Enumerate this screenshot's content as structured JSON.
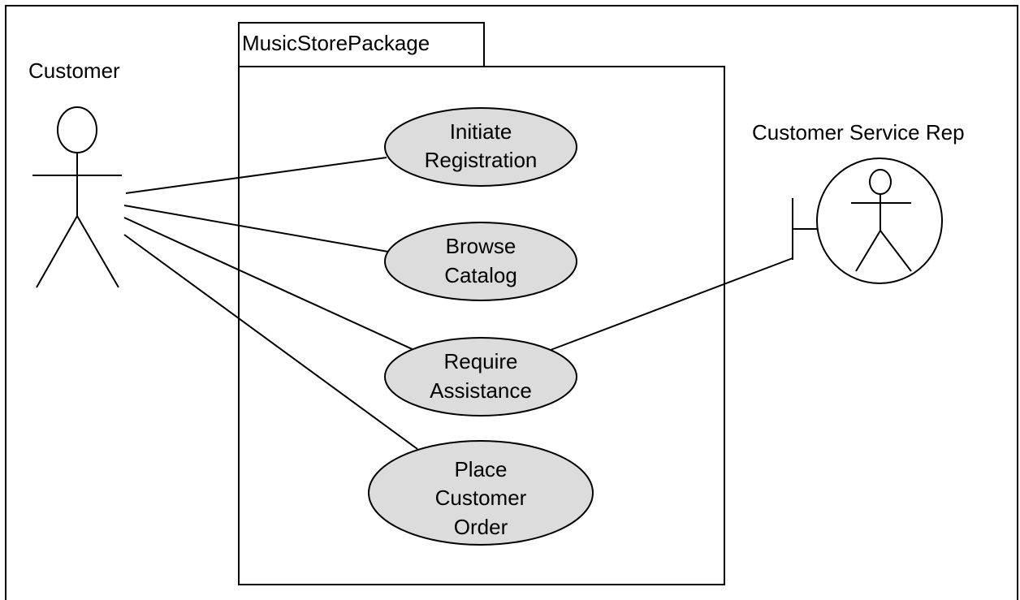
{
  "diagram": {
    "package_label": "MusicStorePackage",
    "actors": {
      "customer": "Customer",
      "service_rep": "Customer Service Rep"
    },
    "use_cases": [
      {
        "lines": [
          "Initiate",
          "Registration"
        ]
      },
      {
        "lines": [
          "Browse",
          "Catalog"
        ]
      },
      {
        "lines": [
          "Require",
          "Assistance"
        ]
      },
      {
        "lines": [
          "Place",
          "Customer",
          "Order"
        ]
      }
    ]
  },
  "colors": {
    "use_case_fill": "#dcdcdc",
    "stroke": "#000000",
    "background": "#ffffff"
  }
}
